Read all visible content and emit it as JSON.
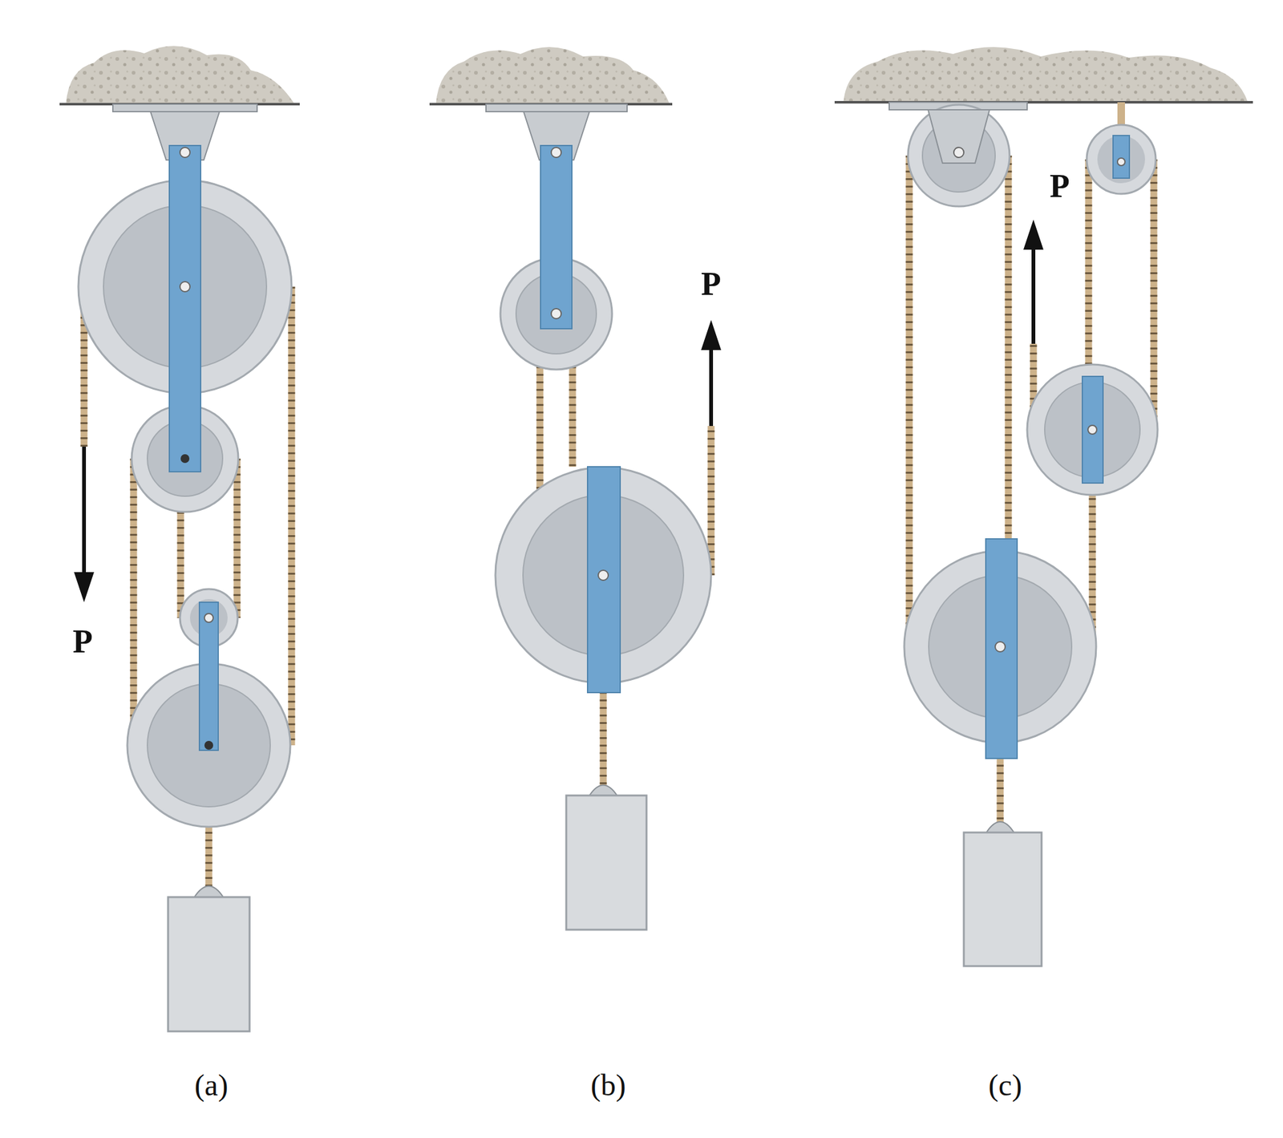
{
  "diagram": {
    "labels": [
      "P",
      "P",
      "P",
      "(a)",
      "(b)",
      "(c)"
    ]
  }
}
